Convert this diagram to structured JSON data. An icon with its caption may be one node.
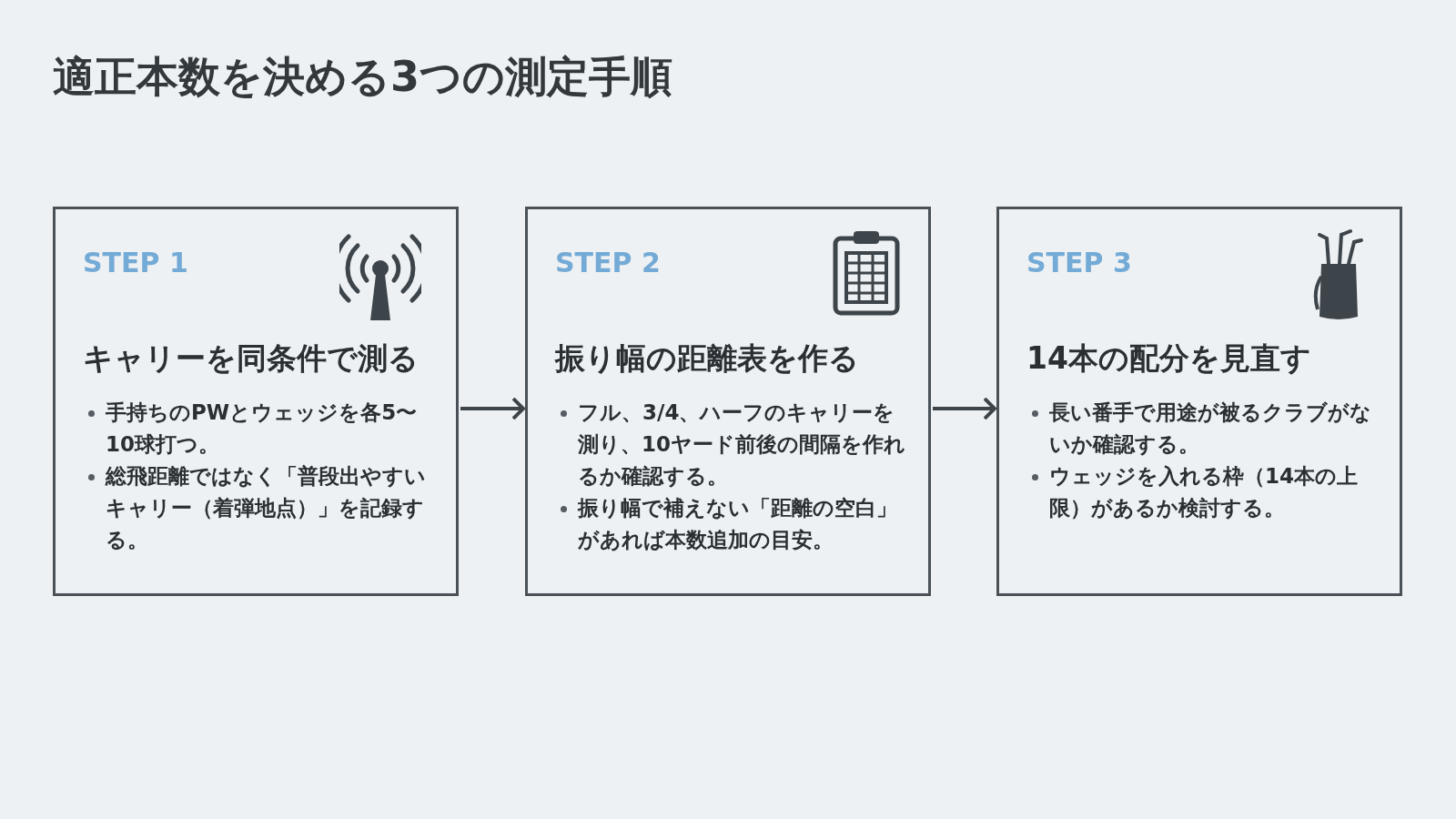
{
  "diagram": {
    "title": "適正本数を決める3つの測定手順",
    "nodes": [
      {
        "text": [
          "STEP 1",
          "キャリーを同条件で測る",
          "手持ちのPWとウェッジを各5〜10球打つ。",
          "総飛距離ではなく「普段出やすいキャリー（着弾地点）」を記録する。"
        ]
      },
      {
        "text": [
          "STEP 2",
          "振り幅の距離表を作る",
          "フル、3/4、ハーフのキャリーを測り、10ヤード前後の間隔を作れるか確認する。",
          "振り幅で補えない「距離の空白」があれば本数追加の目安。"
        ]
      },
      {
        "text": [
          "STEP 3",
          "14本の配分を見直す",
          "長い番手で用途が被るクラブがないか確認する。",
          "ウェッジを入れる枠（14本の上限）があるか検討する。"
        ]
      }
    ],
    "edges": [
      {
        "from": 0,
        "to": 1,
        "arrow": "to"
      },
      {
        "from": 1,
        "to": 2,
        "arrow": "to"
      }
    ]
  }
}
